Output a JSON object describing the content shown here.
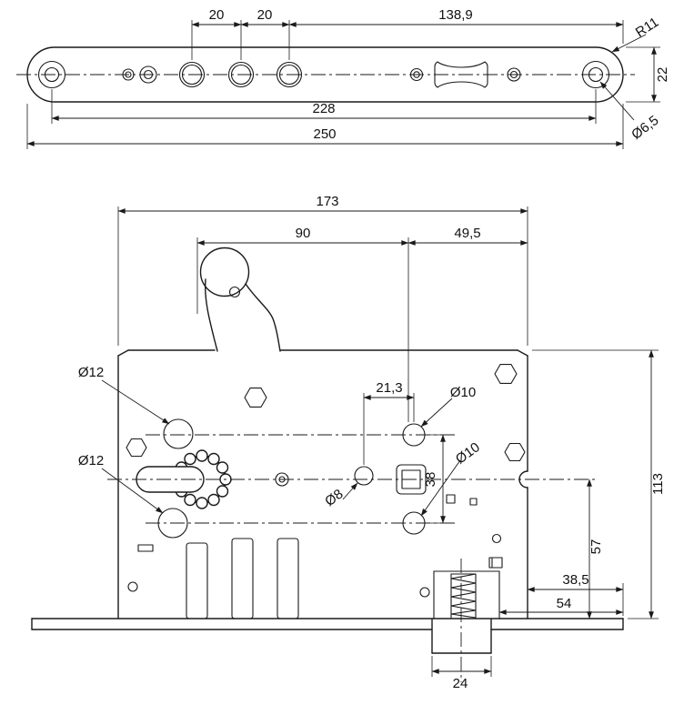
{
  "drawing": {
    "faceplate": {
      "dim_20_left": "20",
      "dim_20_right": "20",
      "dim_138_9": "138,9",
      "dim_r11": "R11",
      "dim_22": "22",
      "dim_d6_5": "Ø6,5",
      "dim_228": "228",
      "dim_250": "250"
    },
    "body": {
      "dim_173": "173",
      "dim_90": "90",
      "dim_49_5": "49,5",
      "dim_21_3": "21,3",
      "dim_d10_upper": "Ø10",
      "dim_d10_lower": "Ø10",
      "dim_d12_upper": "Ø12",
      "dim_d12_lower": "Ø12",
      "dim_d8": "Ø8",
      "dim_38": "38",
      "dim_113": "113",
      "dim_57": "57",
      "dim_38_5": "38,5",
      "dim_54": "54",
      "dim_24": "24"
    }
  }
}
